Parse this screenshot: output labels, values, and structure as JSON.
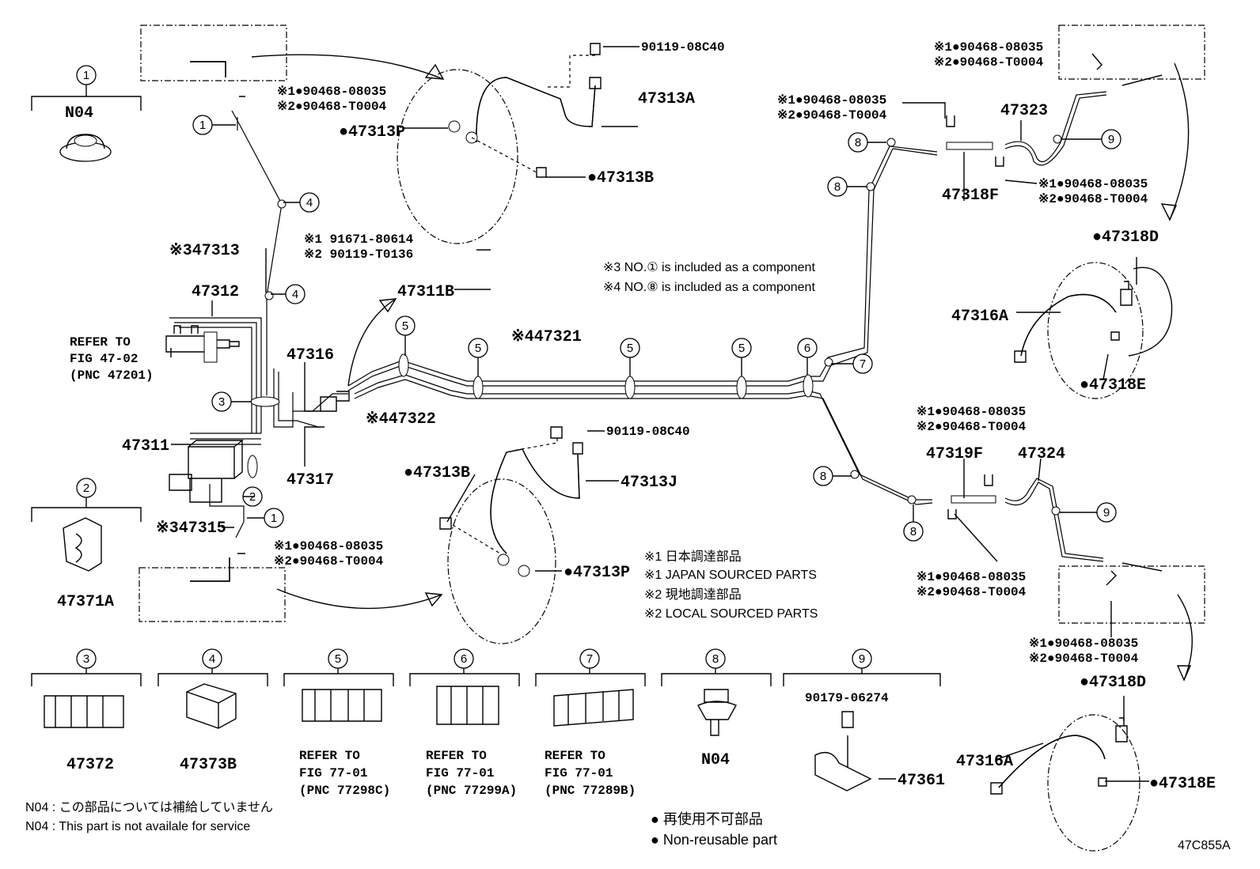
{
  "diagram_id": "47C855A",
  "keys": {
    "k1": {
      "num": "1",
      "code": "N04"
    },
    "k2": {
      "num": "2",
      "code": "47371A"
    },
    "k3": {
      "num": "3",
      "code": "47372"
    },
    "k4": {
      "num": "4",
      "code": "47373B"
    },
    "k5": {
      "num": "5",
      "refer": "REFER TO",
      "fig": "FIG 77-01",
      "pnc": "(PNC 77298C)"
    },
    "k6": {
      "num": "6",
      "refer": "REFER TO",
      "fig": "FIG 77-01",
      "pnc": "(PNC 77299A)"
    },
    "k7": {
      "num": "7",
      "refer": "REFER TO",
      "fig": "FIG 77-01",
      "pnc": "(PNC 77289B)"
    },
    "k8": {
      "num": "8",
      "code": "N04"
    },
    "k9": {
      "num": "9",
      "bolt": "90179-06274",
      "code": "47361"
    }
  },
  "parts": {
    "p47313": "47313",
    "p47312": "47312",
    "refer": "REFER TO",
    "fig4702": "FIG 47-02",
    "pnc47201": "(PNC 47201)",
    "p47316": "47316",
    "p47311": "47311",
    "p47317": "47317",
    "p47315": "47315",
    "p47311B": "47311B",
    "p47321": "47321",
    "p47322": "47322",
    "p47313A": "47313A",
    "p47313P": "47313P",
    "p47313B": "47313B",
    "p9011908C40": "90119-08C40",
    "p47313J": "47313J",
    "p47323": "47323",
    "p47318F": "47318F",
    "p47318D": "47318D",
    "p47316A": "47316A",
    "p47318E": "47318E",
    "p47319F": "47319F",
    "p47324": "47324",
    "p9046808035": "90468-08035",
    "p90468T0004": "90468-T0004",
    "p9167180614": "91671-80614",
    "p90119T0136": "90119-T0136"
  },
  "marks": {
    "m1": "※1",
    "m2": "※2",
    "m3": "※3",
    "m4": "※4",
    "bullet": "●"
  },
  "notes": {
    "n3": "※3 NO.① is included as a component",
    "n4": "※4 NO.⑧ is included as a component",
    "jp1": "※1 日本調達部品",
    "en1": "※1 JAPAN SOURCED PARTS",
    "jp2": "※2 現地調達部品",
    "en2": "※2 LOCAL SOURCED PARTS",
    "n04jp": "N04 : この部品については補給していません",
    "n04en": "N04 : This part is not availale for service",
    "nrjp": "● 再使用不可部品",
    "nren": "● Non-reusable part"
  }
}
